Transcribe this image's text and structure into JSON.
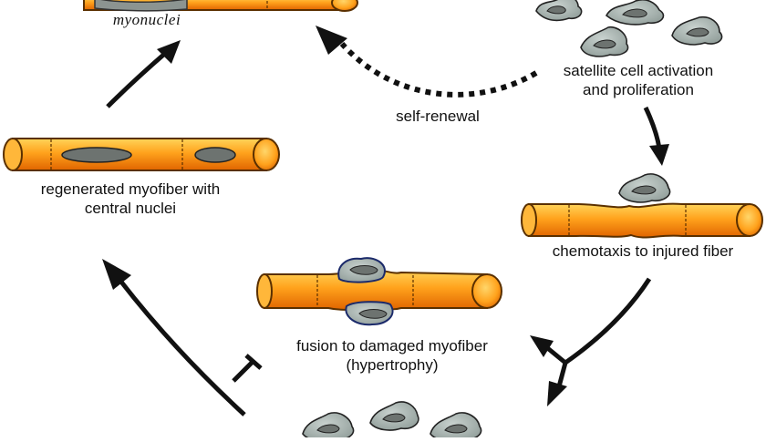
{
  "labels": {
    "myonuclei": "myonuclei",
    "satellite_line1": "satellite cell activation",
    "satellite_line2": "and proliferation",
    "self_renewal": "self-renewal",
    "regenerated_line1": "regenerated myofiber with",
    "regenerated_line2": "central nuclei",
    "chemotaxis": "chemotaxis to injured fiber",
    "fusion_line1": "fusion to damaged myofiber",
    "fusion_line2": "(hypertrophy)"
  },
  "colors": {
    "fiber_light": "#ffd45a",
    "fiber_mid": "#ffa21c",
    "fiber_dark": "#e06400",
    "fiber_outline": "#5a3000",
    "cell_fill": "#aab7b4",
    "nucleus_fill": "#6d7370",
    "arrow": "#111111"
  }
}
